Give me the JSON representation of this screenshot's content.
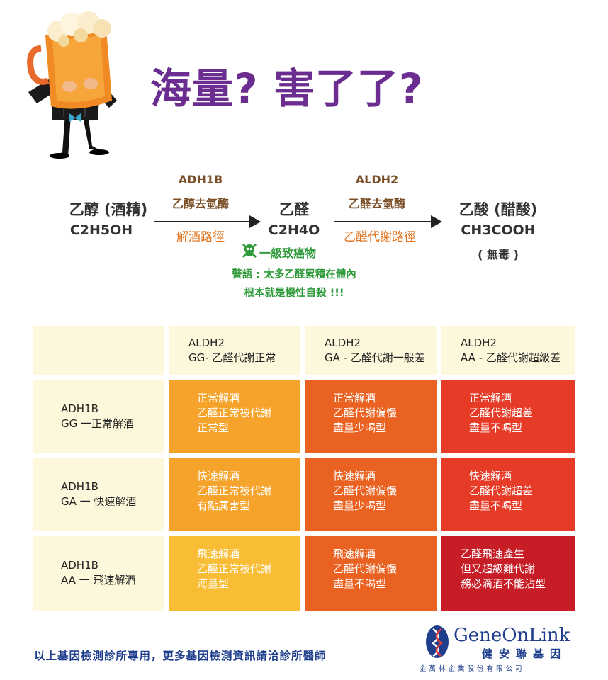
{
  "title": "海量? 害了了?",
  "pathway": {
    "ethanol_name": "乙醇 (酒精)",
    "ethanol_formula": "C2H5OH",
    "acetaldehyde_name": "乙醛",
    "acetaldehyde_formula": "C2H4O",
    "acetic_name": "乙酸 (醋酸)",
    "acetic_formula": "CH3COOH",
    "acetic_note": "( 無毒 )",
    "enzyme1": "ADH1B",
    "enzyme1_desc": "乙醇去氫酶",
    "route1": "解酒路徑",
    "enzyme2": "ALDH2",
    "enzyme2_desc": "乙醛去氫酶",
    "route2": "乙醛代謝路徑",
    "carcinogen": "一級致癌物",
    "warning_line1": "警語 : 太多乙醛累積在體內",
    "warning_line2": "根本就是慢性自殺 !!!"
  },
  "table": {
    "col_headers": [
      {
        "line1": "ALDH2",
        "line2": "GG- 乙醛代謝正常"
      },
      {
        "line1": "ALDH2",
        "line2": "GA - 乙醛代謝一般差"
      },
      {
        "line1": "ALDH2",
        "line2": "AA - 乙醛代謝超級差"
      }
    ],
    "row_headers": [
      {
        "line1": "ADH1B",
        "line2": "GG 一正常解酒"
      },
      {
        "line1": "ADH1B",
        "line2": "GA 一 快速解酒"
      },
      {
        "line1": "ADH1B",
        "line2": "AA 一 飛速解酒"
      }
    ],
    "cells": [
      [
        [
          "正常解酒",
          "乙醛正常被代謝",
          "正常型"
        ],
        [
          "正常解酒",
          "乙醛代謝偏慢",
          "盡量少喝型"
        ],
        [
          "正常解酒",
          "乙醛代謝超差",
          "盡量不喝型"
        ]
      ],
      [
        [
          "快速解酒",
          "乙醛正常被代謝",
          "有點厲害型"
        ],
        [
          "快速解酒",
          "乙醛代謝偏慢",
          "盡量少喝型"
        ],
        [
          "快速解酒",
          "乙醛代謝超差",
          "盡量不喝型"
        ]
      ],
      [
        [
          "飛速解酒",
          "乙醛正常被代謝",
          "海量型"
        ],
        [
          "飛速解酒",
          "乙醛代謝偏慢",
          "盡量不喝型"
        ],
        [
          "乙醛飛速產生",
          "但又超級難代謝",
          "務必滴酒不能沾型"
        ]
      ]
    ]
  },
  "footer": {
    "note": "以上基因檢測診所專用，更多基因檢測資訊請洽診所醫師",
    "brand": "GeneOnLink",
    "brand_zh": "健安聯基因",
    "company": "金萬林企業股份有限公司"
  },
  "colors": {
    "title": "#6b2d8f",
    "cream": "#fdf8dc",
    "orange": "#f5a32a",
    "yellow_orange": "#f8bd34",
    "dark_orange": "#ea6221",
    "red": "#e53b27",
    "dark_red": "#c61d26",
    "brand_blue": "#1f3e8c",
    "warning_green": "#2e9a3a"
  }
}
